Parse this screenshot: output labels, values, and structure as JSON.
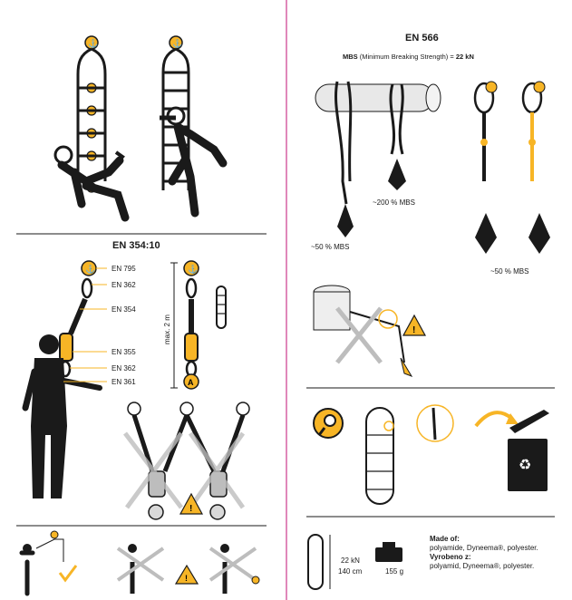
{
  "colors": {
    "accent": "#f7b526",
    "divider": "#cc3a8c",
    "ink": "#1a1a1a",
    "grey": "#bdbdbd",
    "check": "#f7b526"
  },
  "right": {
    "title": "EN 566",
    "mbs_label": "MBS",
    "mbs_paren": "(Minimum Breaking Strength) =",
    "mbs_value": "22 kN",
    "label_50a": "~50 % MBS",
    "label_200": "~200 % MBS",
    "label_50b": "~50 % MBS",
    "spec_kn": "22 kN",
    "spec_cm": "140 cm",
    "spec_g": "155 g",
    "made_of_title": "Made of:",
    "made_of_text": "polyamide, Dyneema®, polyester.",
    "vyrobeno_title": "Vyrobeno z:",
    "vyrobeno_text": "polyamid, Dyneema®, polyester."
  },
  "left": {
    "title": "EN 354:10",
    "standards": [
      "EN 795",
      "EN 362",
      "EN 354",
      "EN 355",
      "EN 362",
      "EN 361"
    ],
    "max_length": "max. 2 m"
  },
  "icons": [
    "anchor-icon",
    "warning-icon",
    "checkmark-icon",
    "magnifier-eye-icon",
    "recycle-bin-icon",
    "weight-icon"
  ]
}
